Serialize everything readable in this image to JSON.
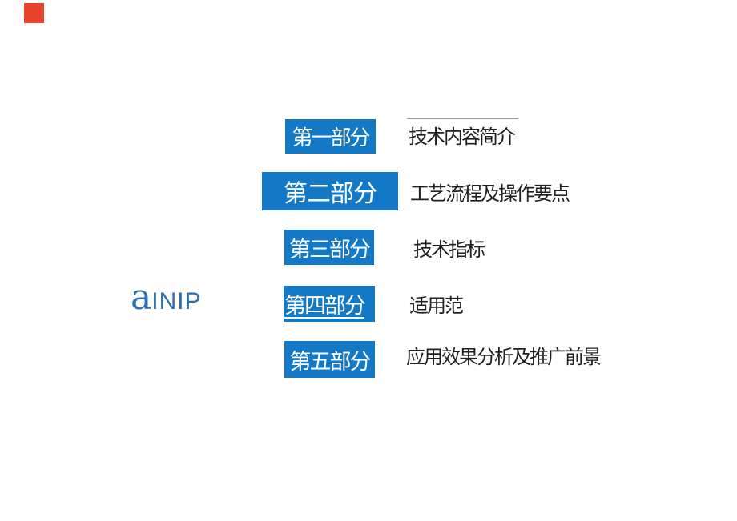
{
  "page": {
    "background_color": "#ffffff"
  },
  "logo_mark": {
    "color": "#e8432d"
  },
  "watermark": {
    "prefix": "a",
    "rest": "INIP",
    "color": "#2f6fae"
  },
  "toc": {
    "button_color": "#1379c6",
    "button_text_color": "#ffffff",
    "label_color": "#1f1f1f",
    "items": [
      {
        "button_label": "第一部分",
        "description": "技术内容简介"
      },
      {
        "button_label": "第二部分",
        "description": "工艺流程及操作要点"
      },
      {
        "button_label": "第三部分",
        "description": "技术指标"
      },
      {
        "button_label": "第四部分",
        "description": "适用范"
      },
      {
        "button_label": "第五部分",
        "description": "应用效果分析及推广前景"
      }
    ]
  }
}
